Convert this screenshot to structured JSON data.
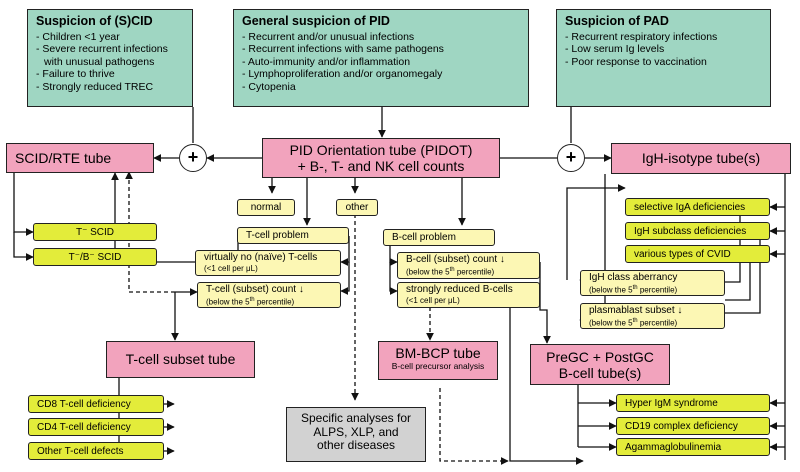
{
  "scid": {
    "title": "Suspicion of (S)CID",
    "items": [
      "- Children <1 year",
      "- Severe recurrent infections",
      "  with unusual pathogens",
      "- Failure to thrive",
      "- Strongly reduced TREC"
    ]
  },
  "pid": {
    "title": "General suspicion of PID",
    "items": [
      "- Recurrent and/or unusual infections",
      "- Recurrent infections with same pathogens",
      "- Auto-immunity and/or inflammation",
      "- Lymphoproliferation and/or organomegaly",
      "- Cytopenia"
    ]
  },
  "pad": {
    "title": "Suspicion of PAD",
    "items": [
      "- Recurrent respiratory infections",
      "- Low serum Ig levels",
      "- Poor response to vaccination"
    ]
  },
  "tubes": {
    "scid_rte": "SCID/RTE tube",
    "pidot_line1": "PID Orientation tube (PIDOT)",
    "pidot_line2": "+ B-, T- and NK cell counts",
    "igh": "IgH-isotype tube(s)",
    "tcell_subset": "T-cell subset tube",
    "bm_bcp": "BM-BCP tube",
    "bm_bcp_sub": "B-cell precursor analysis",
    "pregc_line1": "PreGC + PostGC",
    "pregc_line2": "B-cell tube(s)"
  },
  "plus_symbol": "+",
  "labels": {
    "normal": "normal",
    "other": "other",
    "tcell_problem": "T-cell problem",
    "virtually_no_line1": "virtually no (naïve) T-cells",
    "virtually_no_line2": "(<1 cell per μL)",
    "tcell_count_line1": "T-cell (subset) count ↓",
    "tcell_count_pre": "(below the 5",
    "tcell_count_sup": "th",
    "tcell_count_post": " percentile)",
    "bcell_problem": "B-cell problem",
    "bcell_count_line1": "B-cell (subset) count ↓",
    "bcell_count_pre": "(below the 5",
    "bcell_count_sup": "th",
    "bcell_count_post": " percentile)",
    "strongly_line1": "strongly reduced B-cells",
    "strongly_line2": "(<1 cell per μL)",
    "igh_class_line1": "IgH class aberrancy",
    "igh_class_pre": "(below the 5",
    "igh_class_sup": "th",
    "igh_class_post": " percentile)",
    "plasmablast_line1": "plasmablast subset ↓",
    "plasmablast_pre": "(below the 5",
    "plasmablast_sup": "th",
    "plasmablast_post": " percentile)"
  },
  "outcomes": {
    "t_scid": "T⁻ SCID",
    "tb_scid": "T⁻/B⁻ SCID",
    "cd8": "CD8 T-cell deficiency",
    "cd4": "CD4 T-cell deficiency",
    "other_t": "Other T-cell defects",
    "sel_iga": "selective IgA deficiencies",
    "igh_subclass": "IgH subclass deficiencies",
    "cvid": "various types of CVID",
    "hyper_igm": "Hyper IgM syndrome",
    "cd19": "CD19 complex deficiency",
    "agamma": "Agammaglobulinemia"
  },
  "specific": {
    "line1": "Specific analyses for",
    "line2": "ALPS, XLP, and",
    "line3": "other diseases"
  },
  "colors": {
    "suspicion_box": "#9fd6c2",
    "tube_box": "#f2a3bd",
    "outcome_box": "#e3ec3a",
    "criteria_box": "#fcf7b4",
    "specific_box": "#d2d2d2"
  }
}
